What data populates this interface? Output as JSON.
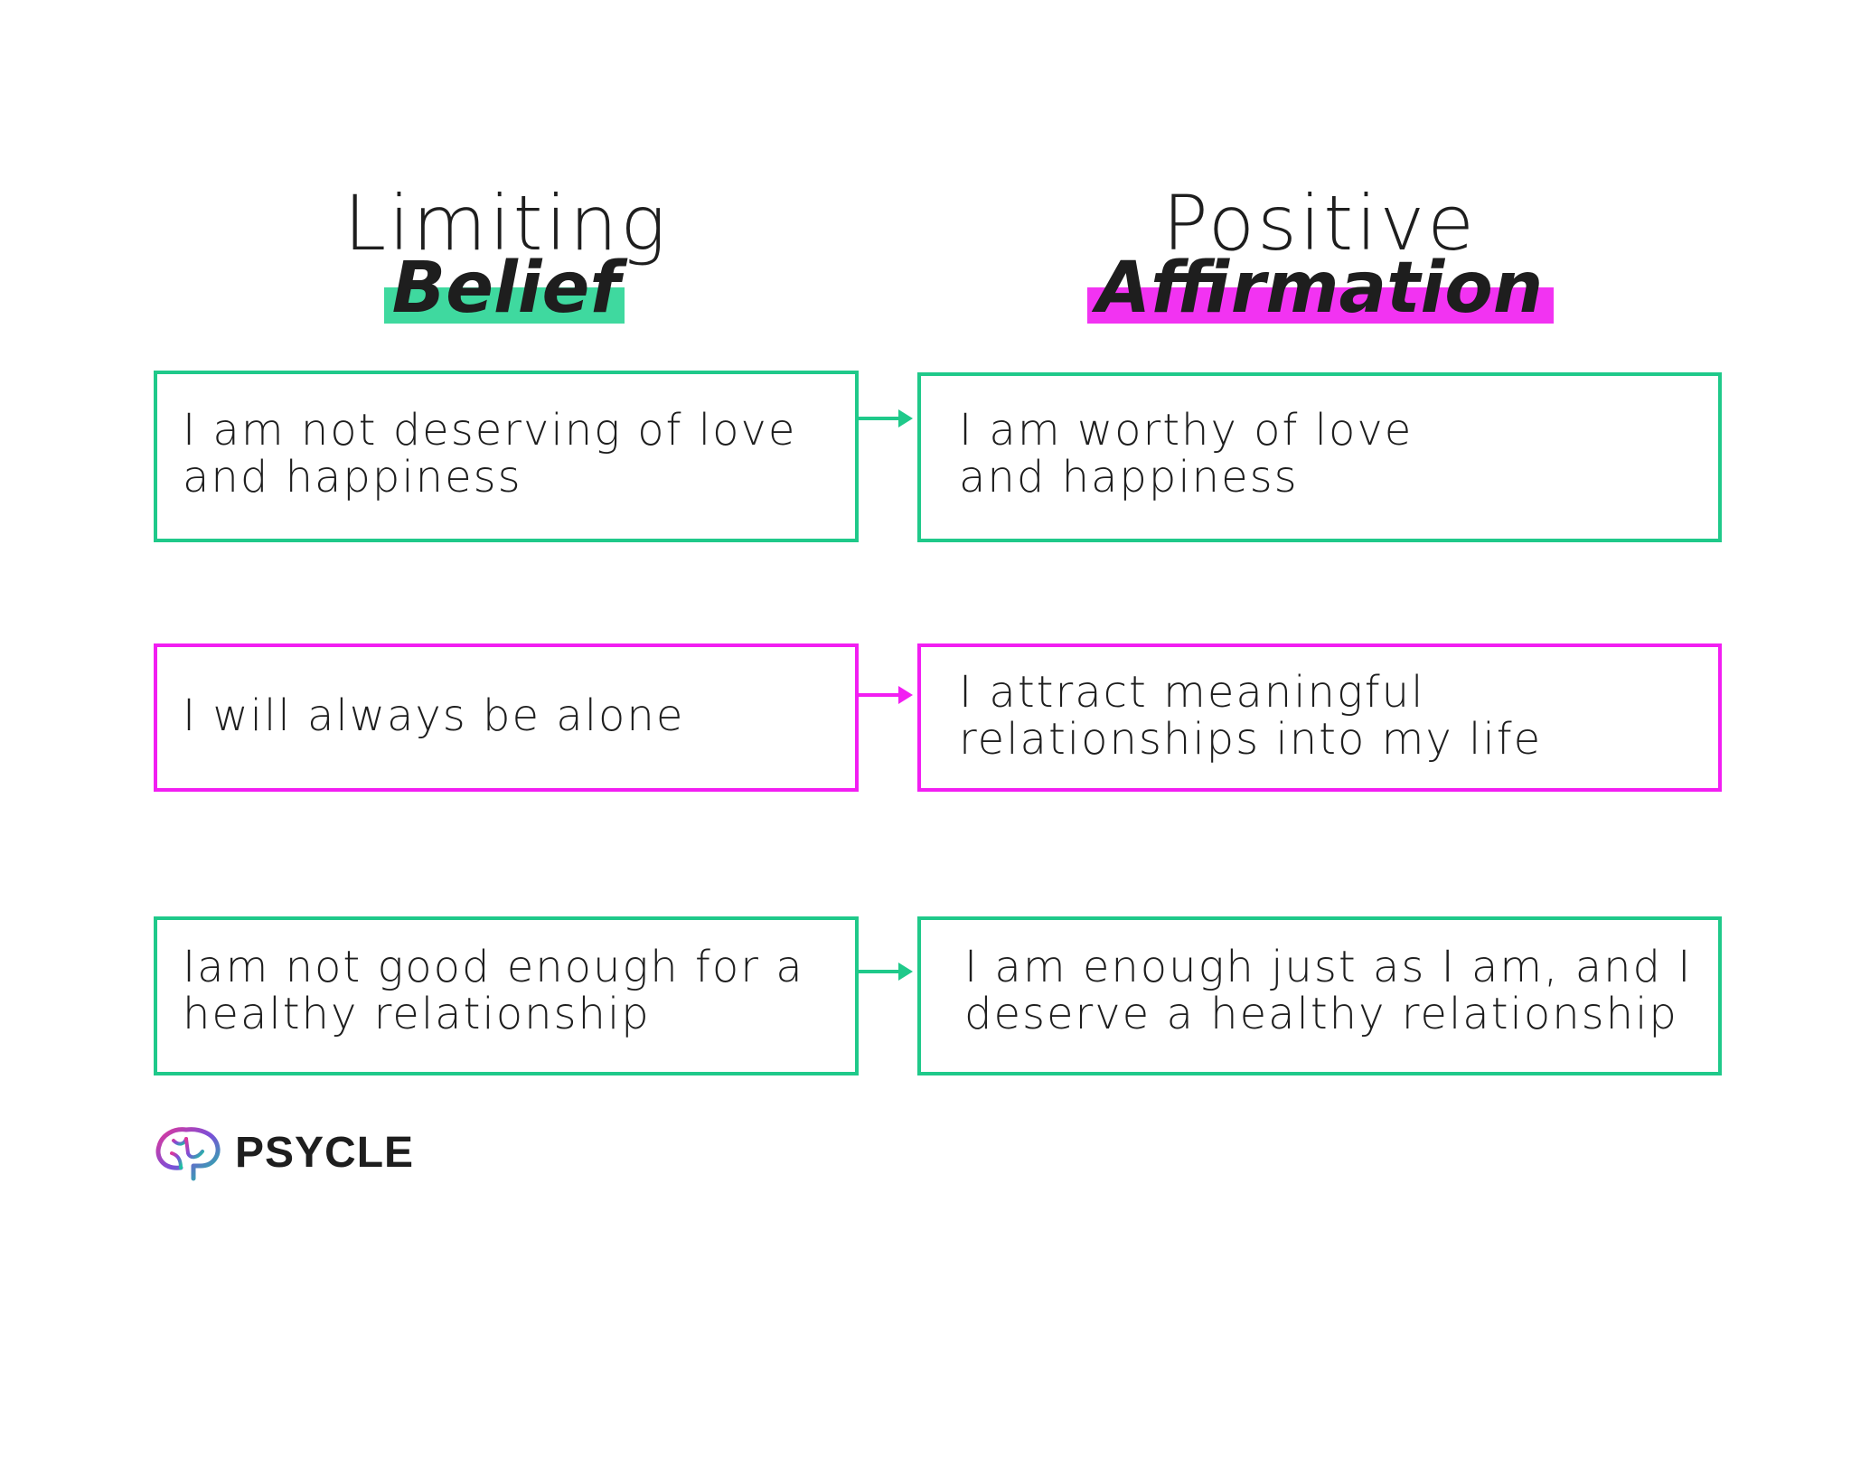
{
  "headers": {
    "left": {
      "line1": "Limiting",
      "line2": "Belief",
      "highlight_color": "#3fd99f"
    },
    "right": {
      "line1": "Positive",
      "line2": "Affirmation",
      "highlight_color": "#f233f2"
    }
  },
  "rows": [
    {
      "color": "#1fc98a",
      "belief": "I am not deserving of love\nand happiness",
      "affirmation": "I am worthy of love\nand happiness"
    },
    {
      "color": "#f21ef2",
      "belief": "I will always be alone",
      "affirmation": "I attract meaningful\nrelationships into my life"
    },
    {
      "color": "#1fc98a",
      "belief": "Iam not good enough for a\nhealthy relationship",
      "affirmation": "I am enough just as I am, and I\ndeserve a healthy relationship"
    }
  ],
  "logo": {
    "text": "PSYCLE",
    "icon": "brain-icon"
  }
}
